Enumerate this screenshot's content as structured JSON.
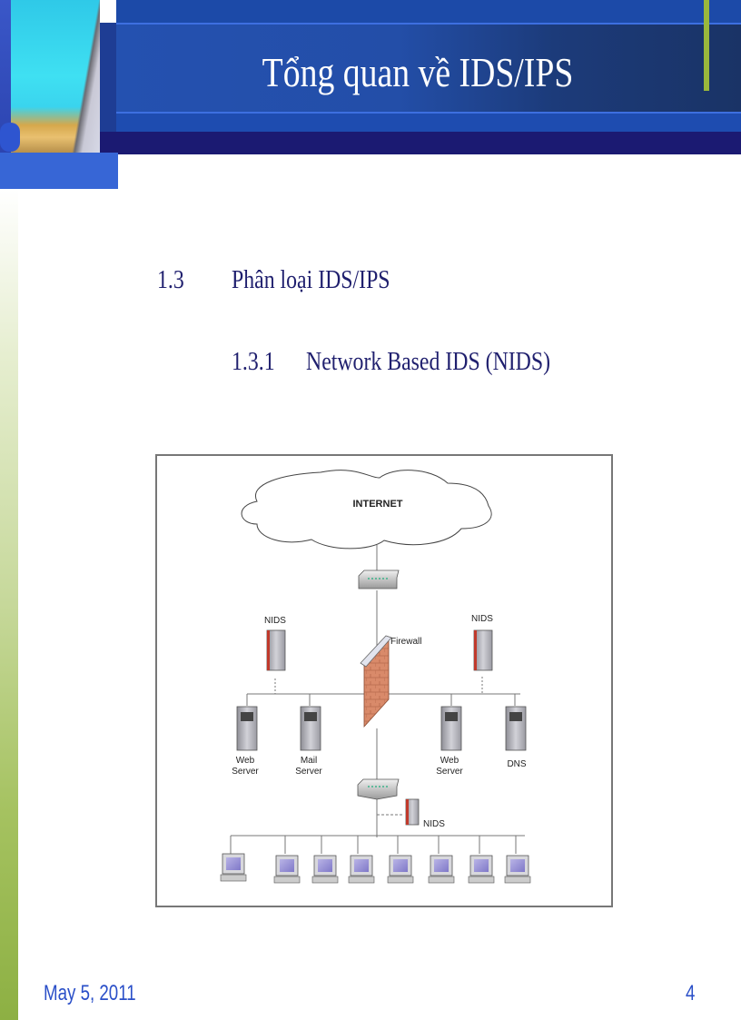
{
  "header": {
    "title": "Tổng quan về IDS/IPS",
    "colors": {
      "band": "#234ea8",
      "navy": "#1b1a72",
      "accent": "#9ab83c",
      "title_text": "#ffffff"
    }
  },
  "content": {
    "section": {
      "number": "1.3",
      "label": "Phân loại IDS/IPS"
    },
    "subsection": {
      "number": "1.3.1",
      "label": "Network Based IDS (NIDS)"
    },
    "text_color": "#1f1f6e"
  },
  "diagram": {
    "internet_label": "INTERNET",
    "firewall_label": "Firewall",
    "nids_top_left_label": "NIDS",
    "nids_top_right_label": "NIDS",
    "nids_internal_label": "NIDS",
    "servers": [
      {
        "line1": "Web",
        "line2": "Server"
      },
      {
        "line1": "Mail",
        "line2": "Server"
      },
      {
        "line1": "Web",
        "line2": "Server"
      },
      {
        "line1": "DNS",
        "line2": ""
      }
    ],
    "workstation_count": 8
  },
  "footer": {
    "date": "May 5, 2011",
    "page_number": "4",
    "color": "#2a4fc8"
  }
}
